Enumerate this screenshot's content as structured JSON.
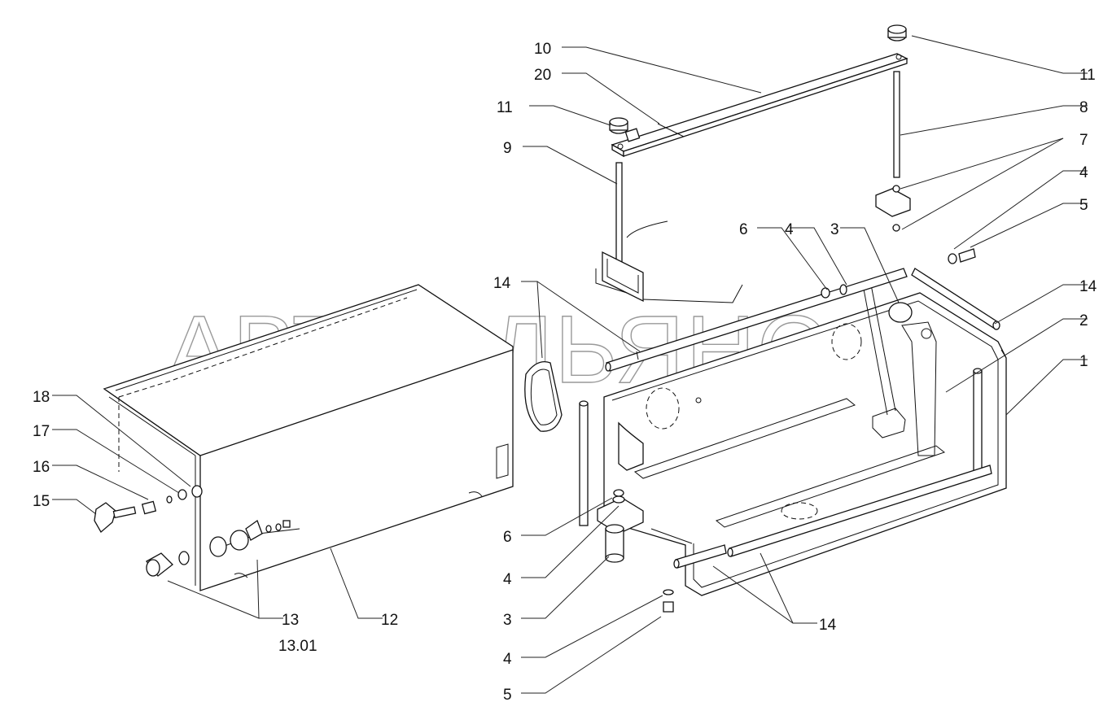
{
  "watermark": "АВТОАЛЬЯНС",
  "labels": {
    "l10": "10",
    "l20": "20",
    "l11a": "11",
    "l9": "9",
    "l11b": "11",
    "l8": "8",
    "l7": "7",
    "l4a": "4",
    "l5a": "5",
    "l6a": "6",
    "l4b": "4",
    "l3a": "3",
    "l14a": "14",
    "l14b": "14",
    "l2": "2",
    "l1": "1",
    "l18": "18",
    "l17": "17",
    "l16": "16",
    "l15": "15",
    "l13": "13",
    "l1301": "13.01",
    "l12": "12",
    "l6b": "6",
    "l4c": "4",
    "l3b": "3",
    "l4d": "4",
    "l5b": "5",
    "l14c": "14"
  }
}
